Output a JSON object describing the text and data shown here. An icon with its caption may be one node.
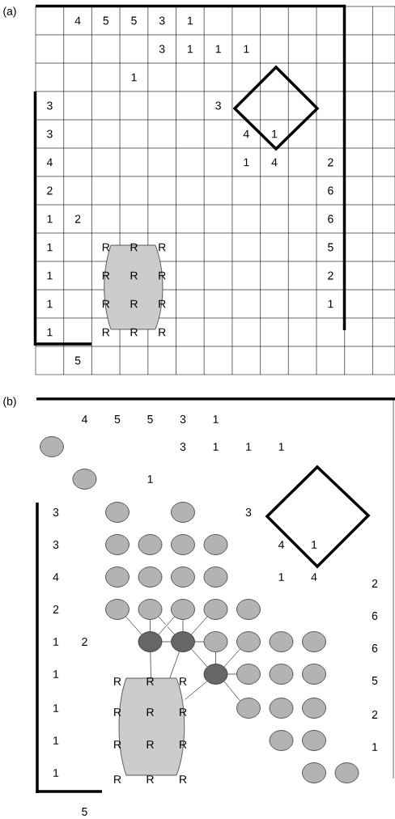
{
  "diagram": {
    "nodes": [
      {
        "text": [],
        "shape": "ellipse"
      },
      {
        "text": [],
        "shape": "ellipse"
      },
      {
        "text": [],
        "shape": "ellipse"
      },
      {
        "text": [],
        "shape": "ellipse"
      },
      {
        "text": [],
        "shape": "ellipse"
      },
      {
        "text": [],
        "shape": "ellipse"
      },
      {
        "text": [],
        "shape": "ellipse"
      },
      {
        "text": [],
        "shape": "ellipse"
      },
      {
        "text": [],
        "shape": "ellipse"
      },
      {
        "text": [],
        "shape": "ellipse"
      },
      {
        "text": [],
        "shape": "ellipse"
      },
      {
        "text": [],
        "shape": "ellipse"
      },
      {
        "text": [],
        "shape": "ellipse"
      },
      {
        "text": [],
        "shape": "ellipse"
      },
      {
        "text": [],
        "shape": "ellipse"
      },
      {
        "text": [],
        "shape": "ellipse"
      },
      {
        "text": [],
        "shape": "ellipse"
      },
      {
        "text": [],
        "shape": "ellipse"
      },
      {
        "text": [],
        "shape": "ellipse"
      },
      {
        "text": [],
        "shape": "ellipse"
      },
      {
        "text": [],
        "shape": "ellipse"
      },
      {
        "text": [],
        "shape": "ellipse"
      },
      {
        "text": [],
        "shape": "ellipse"
      },
      {
        "text": [],
        "shape": "ellipse"
      },
      {
        "text": [],
        "shape": "ellipse"
      },
      {
        "text": [],
        "shape": "ellipse"
      },
      {
        "text": [],
        "shape": "ellipse"
      },
      {
        "text": [],
        "shape": "box"
      },
      {
        "text": [],
        "shape": "ellipse"
      },
      {
        "text": [],
        "shape": "ellipse"
      },
      {
        "text": [],
        "shape": "ellipse"
      },
      {
        "text": [],
        "shape": "ellipse"
      },
      {
        "text": [],
        "shape": "ellipse"
      },
      {
        "text": [],
        "shape": "ellipse"
      },
      {
        "text": [],
        "shape": "ellipse"
      }
    ],
    "edges": [
      {
        "from": 12,
        "to": 17,
        "arrow": "none"
      },
      {
        "from": 13,
        "to": 17,
        "arrow": "none"
      },
      {
        "from": 13,
        "to": 18,
        "arrow": "none"
      },
      {
        "from": 14,
        "to": 17,
        "arrow": "none"
      },
      {
        "from": 14,
        "to": 18,
        "arrow": "none"
      },
      {
        "from": 15,
        "to": 18,
        "arrow": "none"
      },
      {
        "from": 17,
        "to": 18,
        "arrow": "none"
      },
      {
        "from": 18,
        "to": 19,
        "arrow": "none"
      },
      {
        "from": 18,
        "to": 23,
        "arrow": "none"
      },
      {
        "from": 19,
        "to": 23,
        "arrow": "none"
      },
      {
        "from": 20,
        "to": 23,
        "arrow": "none"
      },
      {
        "from": 23,
        "to": 24,
        "arrow": "none"
      },
      {
        "from": 23,
        "to": 28,
        "arrow": "none"
      },
      {
        "from": 17,
        "to": 27,
        "arrow": "none"
      },
      {
        "from": 18,
        "to": 27,
        "arrow": "none"
      },
      {
        "from": 23,
        "to": 27,
        "arrow": "none"
      }
    ],
    "labels": [
      "(a)",
      "4",
      "5",
      "5",
      "3",
      "1",
      "3",
      "1",
      "1",
      "1",
      "1",
      "3",
      "3",
      "3",
      "4",
      "1",
      "4",
      "1",
      "4",
      "2",
      "2",
      "6",
      "1",
      "2",
      "6",
      "1",
      "R",
      "R",
      "R",
      "5",
      "1",
      "R",
      "R",
      "R",
      "2",
      "1",
      "R",
      "R",
      "R",
      "1",
      "1",
      "R",
      "R",
      "R",
      "5",
      "(b)",
      "4",
      "5",
      "5",
      "3",
      "1",
      "3",
      "1",
      "1",
      "1",
      "1",
      "3",
      "3",
      "3",
      "4",
      "1",
      "4",
      "1",
      "4",
      "2",
      "2",
      "6",
      "1",
      "2",
      "6",
      "1",
      "R",
      "R",
      "R",
      "5",
      "1",
      "R",
      "R",
      "R",
      "2",
      "1",
      "R",
      "R",
      "R",
      "1",
      "1",
      "R",
      "R",
      "R",
      "5"
    ]
  }
}
